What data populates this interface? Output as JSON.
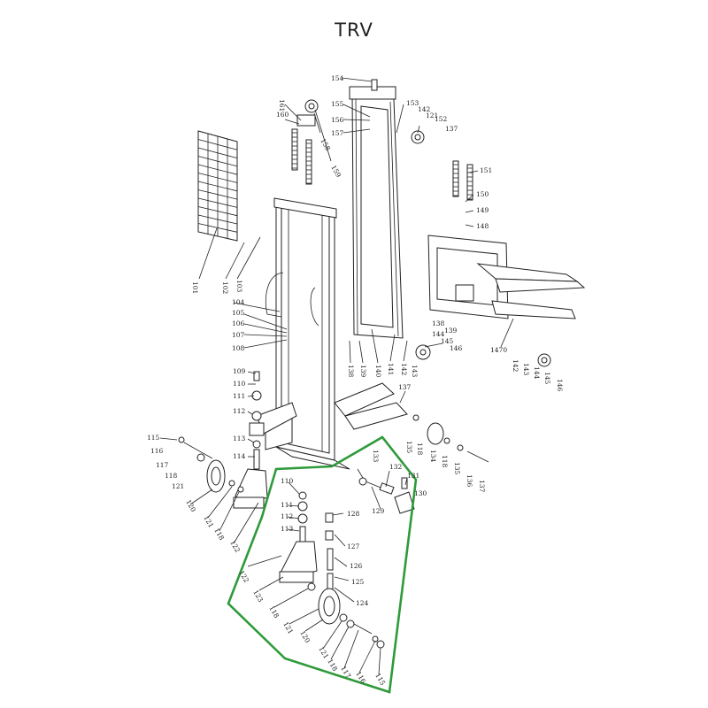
{
  "title": "TRV",
  "highlight_color": "#2e9a3a",
  "labels": {
    "l154": "154",
    "l155": "155",
    "l156": "156",
    "l157": "157",
    "l153": "153",
    "l142a": "142",
    "l121a": "121",
    "l152": "152",
    "l137a": "137",
    "l161": "161",
    "l160": "160",
    "l158a": "158",
    "l159": "159",
    "l151": "151",
    "l150": "150",
    "l149": "149",
    "l148": "148",
    "l101": "101",
    "l102": "102",
    "l103": "103",
    "l104": "104",
    "l105": "105",
    "l106": "106",
    "l107": "107",
    "l108": "108",
    "l138a": "138",
    "l139a": "139",
    "l140": "140",
    "l141": "141",
    "l142b": "142",
    "l143a": "143",
    "l144a": "144",
    "l145a": "145",
    "l146a": "146",
    "l138b": "138",
    "l139b": "139",
    "l1470": "1470",
    "l142c": "142",
    "l143b": "143",
    "l144b": "144",
    "l145b": "145",
    "l146b": "146",
    "l109a": "109",
    "l110a": "110",
    "l111a": "111",
    "l112a": "112",
    "l113a": "113",
    "l114a": "114",
    "l115a": "115",
    "l116a": "116",
    "l117a": "117",
    "l118a": "118",
    "l121b": "121",
    "l120a": "120",
    "l121c": "121",
    "l118b": "118",
    "l122a": "122",
    "l137b": "137",
    "l135a": "135",
    "l118c": "118",
    "l134": "134",
    "l118d": "118",
    "l135b": "135",
    "l136": "136",
    "l137c": "137",
    "l133": "133",
    "l132": "132",
    "l131": "131",
    "l130": "130",
    "l129": "129",
    "l128": "128",
    "l127": "127",
    "l126": "126",
    "l125": "125",
    "l124": "124",
    "l110b": "110",
    "l111b": "111",
    "l112b": "112",
    "l113b": "113",
    "l122b": "122",
    "l123": "123",
    "l118e": "118",
    "l121d": "121",
    "l120b": "120",
    "l121e": "121",
    "l118f": "118",
    "l117b": "117",
    "l116b": "116",
    "l115b": "115"
  }
}
